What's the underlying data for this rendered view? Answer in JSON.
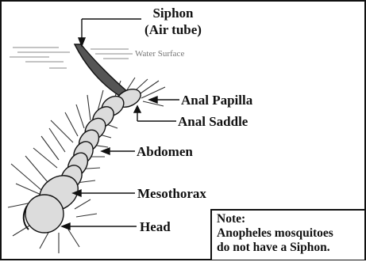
{
  "labels": {
    "siphon": "Siphon",
    "air_tube": "(Air tube)",
    "water_surface": "Water Surface",
    "anal_papilla": "Anal Papilla",
    "anal_saddle": "Anal Saddle",
    "abdomen": "Abdomen",
    "mesothorax": "Mesothorax",
    "head": "Head"
  },
  "note": {
    "title": "Note:",
    "line1": "Anopheles mosquitoes",
    "line2": "do not have a Siphon."
  },
  "colors": {
    "ink": "#111111",
    "water_surface_text": "#777777",
    "body_shade": "#dcdcdc"
  }
}
